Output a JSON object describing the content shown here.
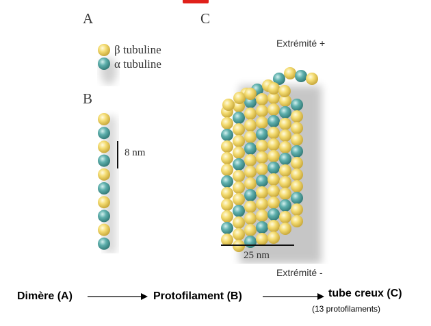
{
  "panels": {
    "a": "A",
    "b": "B",
    "c": "C"
  },
  "legend": {
    "beta": "β tubuline",
    "alpha": "α tubuline"
  },
  "scale": {
    "protofilament": "8 nm",
    "tube": "25 nm"
  },
  "ends": {
    "plus": "Extrémité +",
    "minus": "Extrémité -"
  },
  "flow": {
    "step1": "Dimère (A)",
    "step2": "Protofilament (B)",
    "step3": "tube creux (C)",
    "step3_note": "(13 protofilaments)"
  },
  "colors": {
    "beta": "#f1d96e",
    "alpha": "#5fb0ad",
    "accent_mark": "#e0201a"
  }
}
